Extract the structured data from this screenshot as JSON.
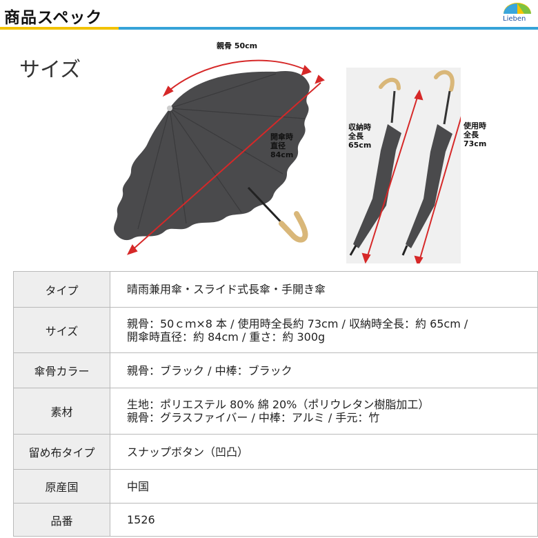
{
  "header": {
    "title": "商品スペック",
    "logo_text": "Lieben"
  },
  "size_section": {
    "heading": "サイズ",
    "dims": {
      "rib": "親骨 50cm",
      "open_diameter_lines": [
        "開傘時",
        "直径",
        "84cm"
      ],
      "stored_length_lines": [
        "収納時",
        "全長",
        "65cm"
      ],
      "use_length_lines": [
        "使用時",
        "全長",
        "73cm"
      ]
    }
  },
  "spec": {
    "rows": [
      {
        "label": "タイプ",
        "lines": [
          "晴雨兼用傘・スライド式長傘・手開き傘"
        ]
      },
      {
        "label": "サイズ",
        "lines": [
          "親骨：50ｃｍ×8 本 / 使用時全長約 73cm / 収納時全長：約 65cm /",
          "開傘時直径：約 84cm / 重さ：約 300g"
        ]
      },
      {
        "label": "傘骨カラー",
        "lines": [
          "親骨：ブラック / 中棒：ブラック"
        ]
      },
      {
        "label": "素材",
        "lines": [
          "生地：ポリエステル 80% 綿 20%（ポリウレタン樹脂加工）",
          "親骨：グラスファイバー / 中棒：アルミ / 手元：竹"
        ]
      },
      {
        "label": "留め布タイプ",
        "lines": [
          "スナップボタン（凹凸）"
        ]
      },
      {
        "label": "原産国",
        "lines": [
          "中国"
        ]
      },
      {
        "label": "品番",
        "lines": [
          "1526"
        ]
      }
    ]
  }
}
